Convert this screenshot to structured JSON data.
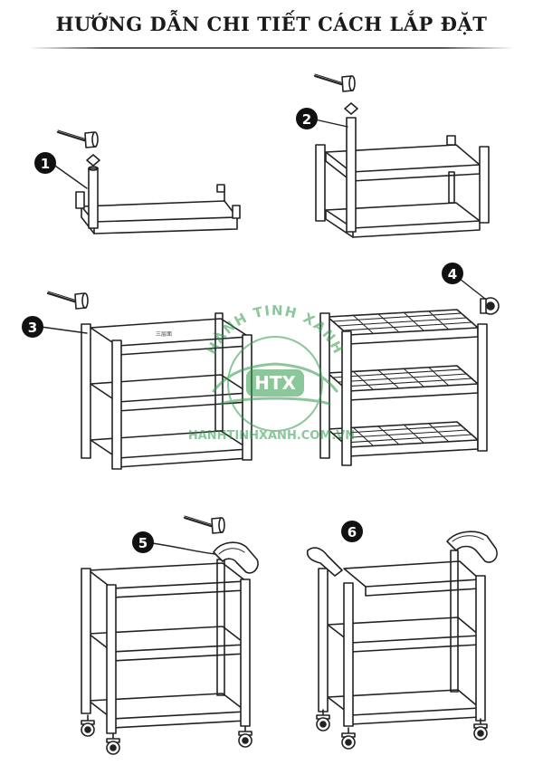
{
  "title": "HƯỚNG DẪN CHI TIẾT CÁCH LẮP ĐẶT",
  "steps": [
    {
      "number": "1"
    },
    {
      "number": "2"
    },
    {
      "number": "3"
    },
    {
      "number": "4"
    },
    {
      "number": "5"
    },
    {
      "number": "6"
    }
  ],
  "shelf_tag": "三层面",
  "watermark": {
    "arc_text": "HÀNH TINH XANH",
    "badge": "HTX",
    "url": "HANHTINHXANH.COM.VN",
    "color": "#2e9a4a"
  },
  "colors": {
    "line": "#222222",
    "badge": "#111111"
  }
}
